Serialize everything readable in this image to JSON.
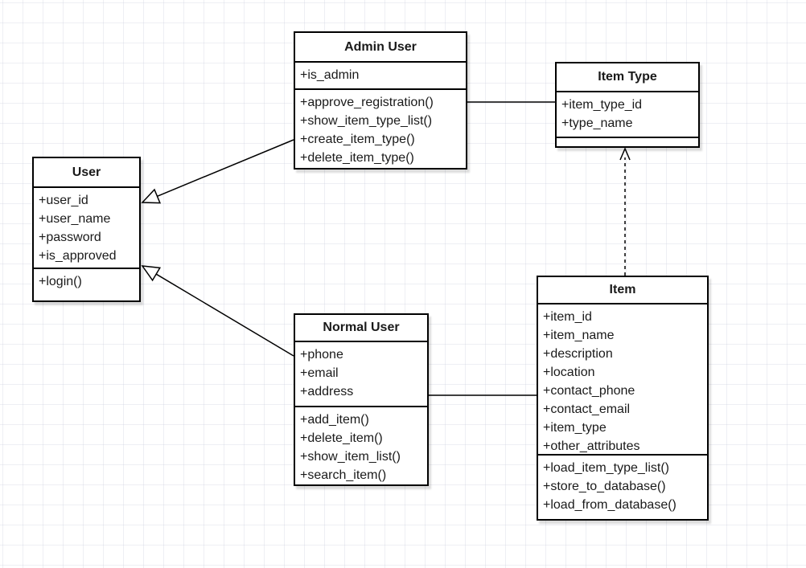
{
  "diagram": {
    "type": "uml-class-diagram",
    "background_color": "#ffffff",
    "grid_color": "#e8e9f2",
    "shape_fill": "#ffffff",
    "shape_stroke": "#000000",
    "classes": [
      {
        "id": "user",
        "title": "User",
        "attributes": [
          "+user_id",
          "+user_name",
          "+password",
          "+is_approved"
        ],
        "methods": [
          "+login()"
        ]
      },
      {
        "id": "admin-user",
        "title": "Admin User",
        "attributes": [
          "+is_admin"
        ],
        "methods": [
          "+approve_registration()",
          "+show_item_type_list()",
          "+create_item_type()",
          "+delete_item_type()"
        ]
      },
      {
        "id": "item-type",
        "title": "Item Type",
        "attributes": [
          "+item_type_id",
          "+type_name"
        ],
        "methods": []
      },
      {
        "id": "normal-user",
        "title": "Normal User",
        "attributes": [
          "+phone",
          "+email",
          "+address"
        ],
        "methods": [
          "+add_item()",
          "+delete_item()",
          "+show_item_list()",
          "+search_item()"
        ]
      },
      {
        "id": "item",
        "title": "Item",
        "attributes": [
          "+item_id",
          "+item_name",
          "+description",
          "+location",
          "+contact_phone",
          "+contact_email",
          "+item_type",
          "+other_attributes"
        ],
        "methods": [
          "+load_item_type_list()",
          "+store_to_database()",
          "+load_from_database()"
        ]
      }
    ],
    "relationships": [
      {
        "from": "Admin User",
        "to": "User",
        "type": "inheritance"
      },
      {
        "from": "Normal User",
        "to": "User",
        "type": "inheritance"
      },
      {
        "from": "Admin User",
        "to": "Item Type",
        "type": "association"
      },
      {
        "from": "Normal User",
        "to": "Item",
        "type": "association"
      },
      {
        "from": "Item",
        "to": "Item Type",
        "type": "dependency"
      }
    ]
  }
}
